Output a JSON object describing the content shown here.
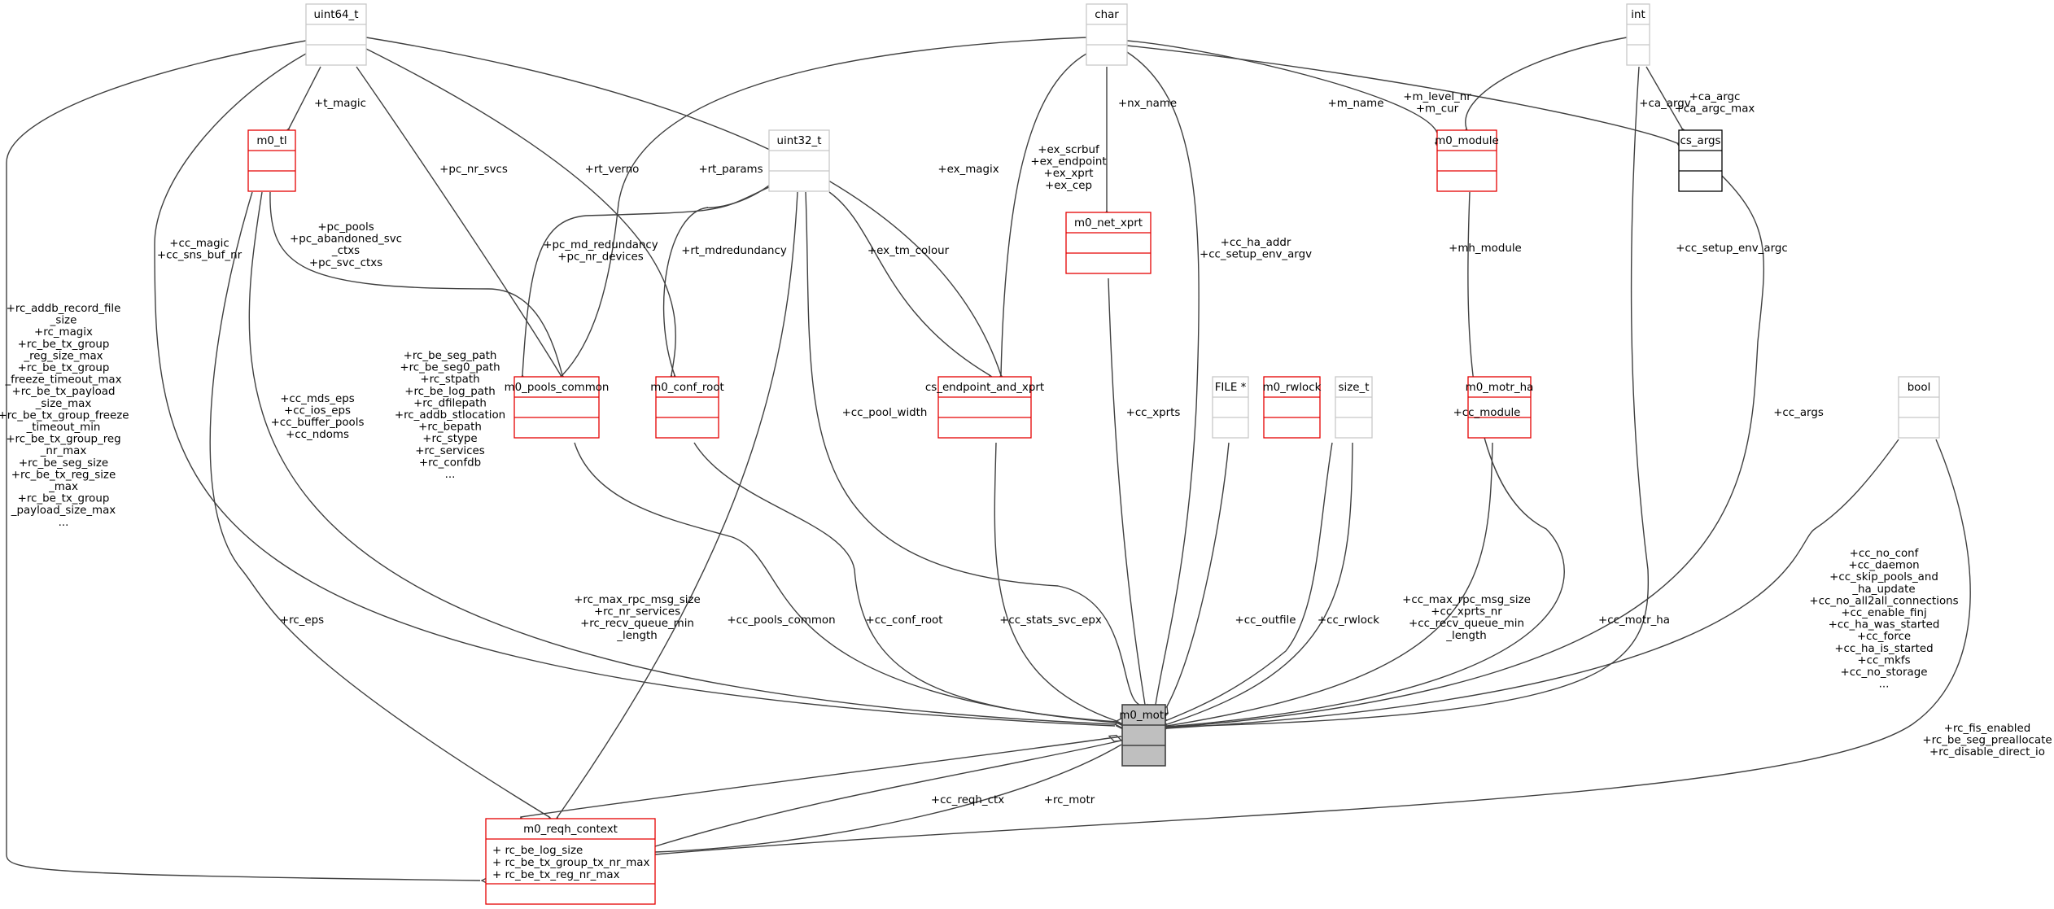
{
  "colors": {
    "class_border": "#e50000",
    "class_border_light": "#f55050",
    "type_border": "#c8c8c8",
    "plain_border": "#000000",
    "focus_fill": "#bfbfbf",
    "focus_border": "#404040",
    "edge": "#404040"
  },
  "nodes": {
    "uint64_t": {
      "name": "uint64_t",
      "kind": "type"
    },
    "char": {
      "name": "char",
      "kind": "type"
    },
    "int": {
      "name": "int",
      "kind": "type"
    },
    "m0_tl": {
      "name": "m0_tl",
      "kind": "class"
    },
    "uint32_t": {
      "name": "uint32_t",
      "kind": "type"
    },
    "m0_net_xprt": {
      "name": "m0_net_xprt",
      "kind": "class"
    },
    "m0_module": {
      "name": "m0_module",
      "kind": "class"
    },
    "cs_args": {
      "name": "cs_args",
      "kind": "plain"
    },
    "m0_pools_common": {
      "name": "m0_pools_common",
      "kind": "class"
    },
    "m0_conf_root": {
      "name": "m0_conf_root",
      "kind": "class"
    },
    "cs_endpoint_and_xprt": {
      "name": "cs_endpoint_and_xprt",
      "kind": "class"
    },
    "file_ptr": {
      "name": "FILE *",
      "kind": "type"
    },
    "m0_rwlock": {
      "name": "m0_rwlock",
      "kind": "class"
    },
    "size_t": {
      "name": "size_t",
      "kind": "type"
    },
    "m0_motr_ha": {
      "name": "m0_motr_ha",
      "kind": "class"
    },
    "bool": {
      "name": "bool",
      "kind": "type"
    },
    "m0_motr": {
      "name": "m0_motr",
      "kind": "focus"
    },
    "m0_reqh_context": {
      "name": "m0_reqh_context",
      "kind": "class",
      "attributes": [
        "+ rc_be_log_size",
        "+ rc_be_tx_group_tx_nr_max",
        "+ rc_be_tx_reg_nr_max"
      ]
    }
  },
  "edge_labels": {
    "t_magic": [
      "+t_magic"
    ],
    "cc_magic": [
      "+cc_magic",
      "+cc_sns_buf_nr"
    ],
    "pc_pools": [
      "+pc_pools",
      "+pc_abandoned_svc",
      "_ctxs",
      "+pc_svc_ctxs"
    ],
    "pc_nr_svcs": [
      "+pc_nr_svcs"
    ],
    "rt_verno": [
      "+rt_verno"
    ],
    "rt_params": [
      "+rt_params"
    ],
    "pc_md_redundancy": [
      "+pc_md_redundancy",
      "+pc_nr_devices"
    ],
    "rt_mdredundancy": [
      "+rt_mdredundancy"
    ],
    "ex_magix": [
      "+ex_magix"
    ],
    "ex_scrbuf": [
      "+ex_scrbuf",
      "+ex_endpoint",
      "+ex_xprt",
      "+ex_cep"
    ],
    "ex_tm_colour": [
      "+ex_tm_colour"
    ],
    "nx_name": [
      "+nx_name"
    ],
    "m_name": [
      "+m_name"
    ],
    "m_level_nr": [
      "+m_level_nr",
      "+m_cur"
    ],
    "ca_argv": [
      "+ca_argv"
    ],
    "ca_argc": [
      "+ca_argc",
      "+ca_argc_max"
    ],
    "cc_ha_addr": [
      "+cc_ha_addr",
      "+cc_setup_env_argv"
    ],
    "mh_module": [
      "+mh_module"
    ],
    "cc_setup_env_argc": [
      "+cc_setup_env_argc"
    ],
    "rc_addb": [
      "+rc_addb_record_file",
      "_size",
      "+rc_magix",
      "+rc_be_tx_group",
      "_reg_size_max",
      "+rc_be_tx_group",
      "_freeze_timeout_max",
      "+rc_be_tx_payload",
      "_size_max",
      "+rc_be_tx_group_freeze",
      "_timeout_min",
      "+rc_be_tx_group_reg",
      "_nr_max",
      "+rc_be_seg_size",
      "+rc_be_tx_reg_size",
      "_max",
      "+rc_be_tx_group",
      "_payload_size_max",
      "..."
    ],
    "cc_mds_eps": [
      "+cc_mds_eps",
      "+cc_ios_eps",
      "+cc_buffer_pools",
      "+cc_ndoms"
    ],
    "rc_be_seg_path": [
      "+rc_be_seg_path",
      "+rc_be_seg0_path",
      "+rc_stpath",
      "+rc_be_log_path",
      "+rc_dfilepath",
      "+rc_addb_stlocation",
      "+rc_bepath",
      "+rc_stype",
      "+rc_services",
      "+rc_confdb",
      "..."
    ],
    "cc_pool_width": [
      "+cc_pool_width"
    ],
    "cc_xprts": [
      "+cc_xprts"
    ],
    "cc_module": [
      "+cc_module"
    ],
    "cc_args": [
      "+cc_args"
    ],
    "rc_eps": [
      "+rc_eps"
    ],
    "rc_max_rpc": [
      "+rc_max_rpc_msg_size",
      "+rc_nr_services",
      "+rc_recv_queue_min",
      "_length"
    ],
    "cc_pools_common": [
      "+cc_pools_common"
    ],
    "cc_conf_root": [
      "+cc_conf_root"
    ],
    "cc_stats_svc_epx": [
      "+cc_stats_svc_epx"
    ],
    "cc_outfile": [
      "+cc_outfile"
    ],
    "cc_rwlock": [
      "+cc_rwlock"
    ],
    "cc_max_rpc": [
      "+cc_max_rpc_msg_size",
      "+cc_xprts_nr",
      "+cc_recv_queue_min",
      "_length"
    ],
    "cc_motr_ha": [
      "+cc_motr_ha"
    ],
    "cc_no_conf": [
      "+cc_no_conf",
      "+cc_daemon",
      "+cc_skip_pools_and",
      "_ha_update",
      "+cc_no_all2all_connections",
      "+cc_enable_finj",
      "+cc_ha_was_started",
      "+cc_force",
      "+cc_ha_is_started",
      "+cc_mkfs",
      "+cc_no_storage",
      "..."
    ],
    "rc_fis": [
      "+rc_fis_enabled",
      "+rc_be_seg_preallocate",
      "+rc_disable_direct_io"
    ],
    "cc_reqh_ctx": [
      "+cc_reqh_ctx"
    ],
    "rc_motr": [
      "+rc_motr"
    ]
  }
}
